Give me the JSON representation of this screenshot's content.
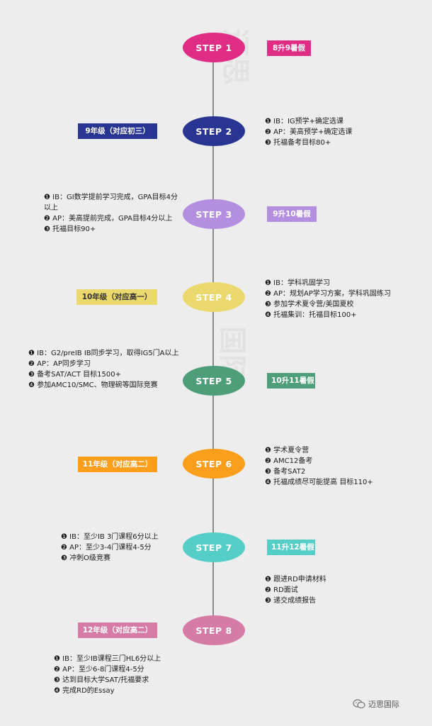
{
  "colors": {
    "step1": "#df2d85",
    "step2": "#283593",
    "step3": "#b48fe0",
    "step4": "#ecd96d",
    "step5": "#4f9e7a",
    "step6": "#fb9e1c",
    "step7": "#55cec8",
    "step8": "#d67ba6"
  },
  "steps": [
    {
      "label": "STEP 1"
    },
    {
      "label": "STEP 2"
    },
    {
      "label": "STEP 3"
    },
    {
      "label": "STEP 4"
    },
    {
      "label": "STEP 5"
    },
    {
      "label": "STEP 6"
    },
    {
      "label": "STEP 7"
    },
    {
      "label": "STEP 8"
    }
  ],
  "tags": {
    "t1": "8升9暑假",
    "t2": "9年级（对应初三）",
    "t3": "9升10暑假",
    "t4": "10年级（对应高一）",
    "t5": "10升11暑假",
    "t6": "11年级（对应高二）",
    "t7": "11升12暑假",
    "t8": "12年级（对应高二）"
  },
  "notes": {
    "n2": [
      "❶ IB：IG预学+确定选课",
      "❷ AP：美高预学+确定选课",
      "❸ 托福备考目标80+"
    ],
    "n3": [
      "❶ IB：GI数学提前学习完成，GPA目标4分以上",
      "❷ AP：美高提前完成，GPA目标4分以上",
      "❸ 托福目标90+"
    ],
    "n4": [
      "❶ IB：学科巩固学习",
      "❷ AP：规划AP学习方案，学科巩固练习",
      "❸ 参加学术夏令营/美国夏校",
      "❹ 托福集训：托福目标100+"
    ],
    "n5": [
      "❶ IB：G2/preIB IB同步学习，取得IG5门A以上",
      "❷ AP：AP同步学习",
      "❸ 备考SAT/ACT 目标1500+",
      "❹ 参加AMC10/SMC、物理碗等国际竞赛"
    ],
    "n6": [
      "❶ 学术夏令营",
      "❷ AMC12备考",
      "❸ 备考SAT2",
      "❹ 托福成绩尽可能提高 目标110+"
    ],
    "n7": [
      "❶ IB：至少IB 3门课程6分以上",
      "❷ AP：至少3-4门课程4-5分",
      "❸ 冲刺O级竞赛"
    ],
    "n7b": [
      "❶ 跟进RD申请材料",
      "❷ RD面试",
      "❸ 递交成绩报告"
    ],
    "n8": [
      "❶ IB：至少IB课程三门HL6分以上",
      "❷ AP：至少6-8门课程4-5分",
      "❸ 达到目标大学SAT/托福要求",
      "❹ 完成RD的Essay"
    ]
  },
  "brand": "迈思国际"
}
